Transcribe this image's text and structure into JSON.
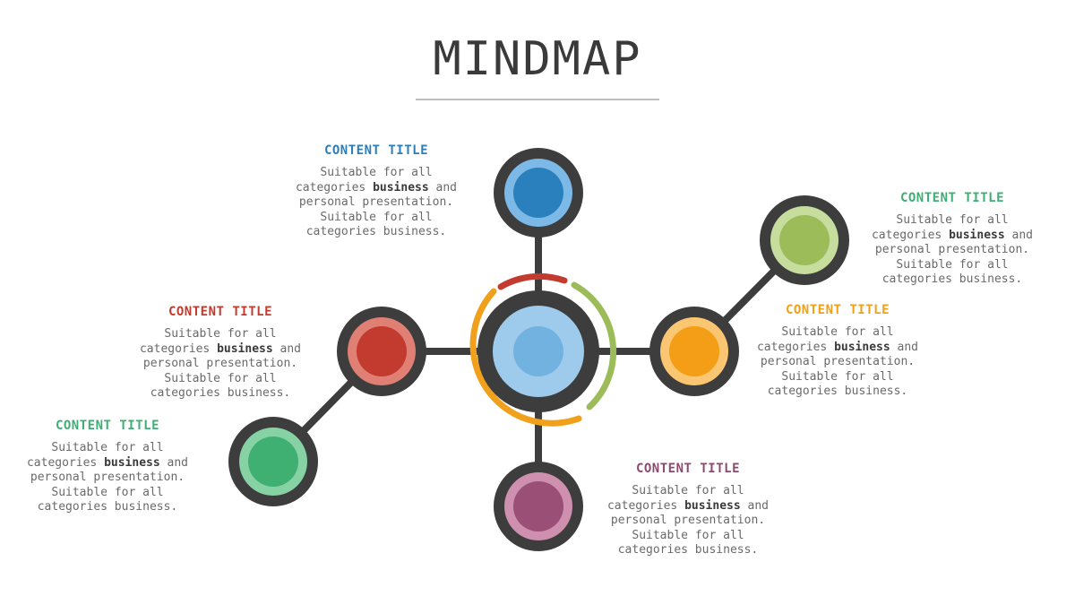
{
  "page": {
    "title": "MINDMAP"
  },
  "colors": {
    "hub": "#3d3d3d",
    "center_ring": "#9ecbec",
    "center_core": "#72b2e0",
    "arc_red": "#c23b2e",
    "arc_green": "#9bbc58",
    "arc_orange": "#f0a01a",
    "text_gray": "#6a6a6a"
  },
  "nodes": {
    "blue": {
      "ring": "#7cb9e6",
      "core": "#2a7fbd"
    },
    "lime": {
      "ring": "#c6dd9e",
      "core": "#9bbc58"
    },
    "orange": {
      "ring": "#fbc671",
      "core": "#f49d16"
    },
    "red": {
      "ring": "#e07f74",
      "core": "#c23b2e"
    },
    "green": {
      "ring": "#86d2a5",
      "core": "#3fb072"
    },
    "purple": {
      "ring": "#cf8fae",
      "core": "#9a4f77"
    }
  },
  "blocks": {
    "blue": {
      "title": "CONTENT TITLE",
      "color": "#2d7db8",
      "line1": "Suitable for all",
      "line2_pre": "categories ",
      "line2_bold": "business",
      "line2_post": " and",
      "line3": "personal presentation.",
      "line4": "Suitable for all",
      "line5": "categories business."
    },
    "lime": {
      "title": "CONTENT TITLE",
      "color": "#3fae74",
      "line1": "Suitable for all",
      "line2_pre": "categories ",
      "line2_bold": "business",
      "line2_post": " and",
      "line3": "personal presentation.",
      "line4": "Suitable for all",
      "line5": "categories business."
    },
    "orange": {
      "title": "CONTENT TITLE",
      "color": "#f0a01a",
      "line1": "Suitable for all",
      "line2_pre": "categories ",
      "line2_bold": "business",
      "line2_post": " and",
      "line3": "personal presentation.",
      "line4": "Suitable for all",
      "line5": "categories business."
    },
    "red": {
      "title": "CONTENT TITLE",
      "color": "#c23b2e",
      "line1": "Suitable for all",
      "line2_pre": "categories ",
      "line2_bold": "business",
      "line2_post": " and",
      "line3": "personal presentation.",
      "line4": "Suitable for all",
      "line5": "categories business."
    },
    "green": {
      "title": "CONTENT TITLE",
      "color": "#3fae74",
      "line1": "Suitable for all",
      "line2_pre": "categories ",
      "line2_bold": "business",
      "line2_post": " and",
      "line3": "personal presentation.",
      "line4": "Suitable for all",
      "line5": "categories business."
    },
    "purple": {
      "title": "CONTENT TITLE",
      "color": "#8e4a6e",
      "line1": "Suitable for all",
      "line2_pre": "categories ",
      "line2_bold": "business",
      "line2_post": " and",
      "line3": "personal presentation.",
      "line4": "Suitable for all",
      "line5": "categories business."
    }
  }
}
